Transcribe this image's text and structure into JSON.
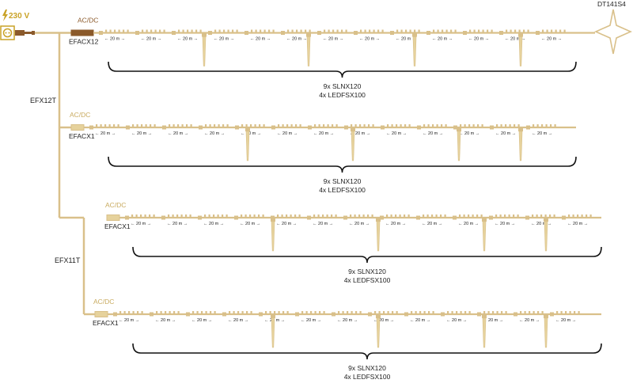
{
  "colors": {
    "cable": "#d9c08a",
    "cable_light": "#e6d29c",
    "adapter_main": "#8b5a2b",
    "adapter_label_main": "#8b5a2b",
    "adapter_label": "#c9ab60",
    "power": "#c9a227",
    "bracket": "#111111",
    "text": "#222222"
  },
  "power": {
    "label": "230 V",
    "icon": "outlet-icon",
    "bolt_icon": "lightning-bolt-icon"
  },
  "star": {
    "label": "DT141S4",
    "icon": "star-topper-icon"
  },
  "splitters": [
    {
      "label": "EFX12T"
    },
    {
      "label": "EFX11T"
    }
  ],
  "segment_label": "← 20 m →",
  "rows": [
    {
      "adapter_top": "AC/DC",
      "adapter_bottom": "EFACX12",
      "bracket_line1": "9x SLNX120",
      "bracket_line2": "4x LEDFSX100"
    },
    {
      "adapter_top": "AC/DC",
      "adapter_bottom": "EFACX1",
      "bracket_line1": "9x SLNX120",
      "bracket_line2": "4x LEDFSX100"
    },
    {
      "adapter_top": "AC/DC",
      "adapter_bottom": "EFACX1",
      "bracket_line1": "9x SLNX120",
      "bracket_line2": "4x LEDFSX100"
    },
    {
      "adapter_top": "AC/DC",
      "adapter_bottom": "EFACX1",
      "bracket_line1": "9x SLNX120",
      "bracket_line2": "4x LEDFSX100"
    }
  ]
}
